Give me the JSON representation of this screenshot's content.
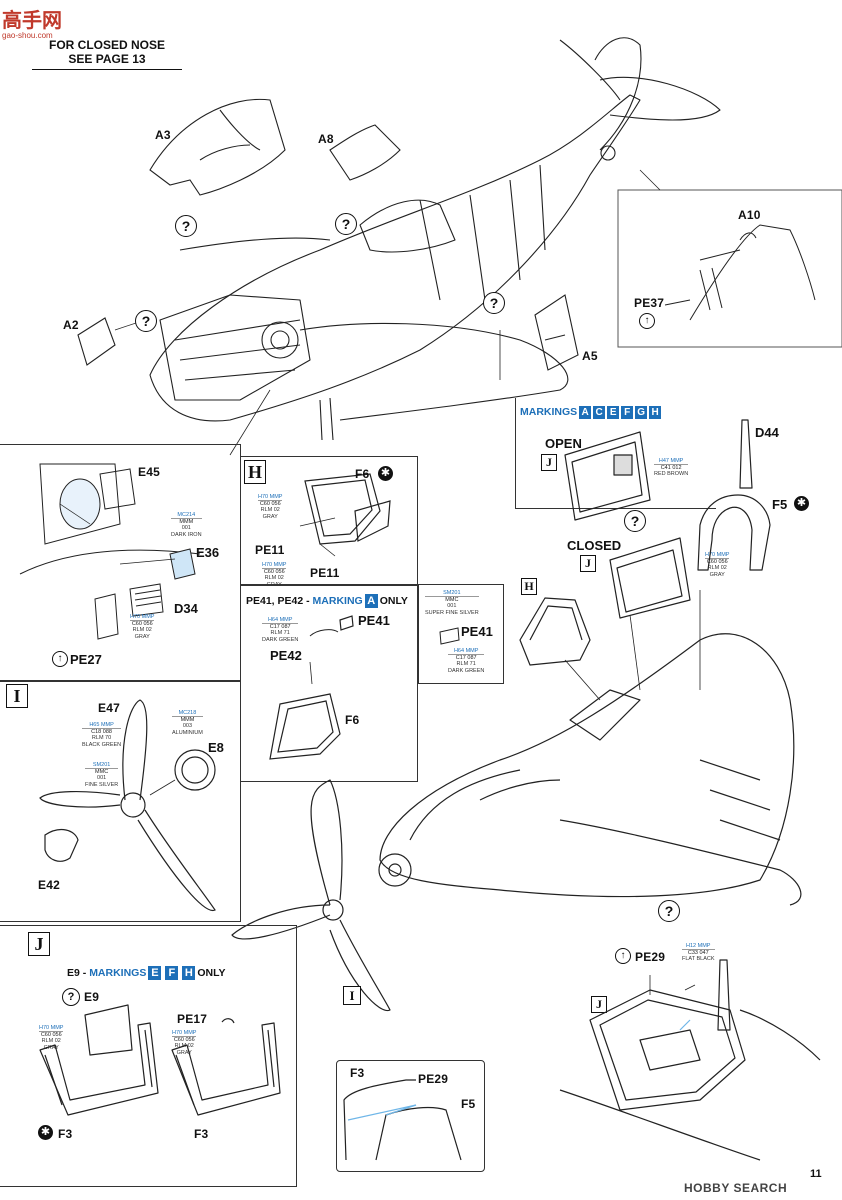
{
  "watermark_top": {
    "logo_text": "高手网",
    "url_text": "gao-shou.com"
  },
  "notice": {
    "line1": "FOR CLOSED NOSE",
    "line2": "SEE PAGE 13"
  },
  "labels": {
    "a3": "A3",
    "a8": "A8",
    "a2": "A2",
    "a5": "A5",
    "a10": "A10",
    "pe37": "PE37",
    "e45": "E45",
    "e36": "E36",
    "d34": "D34",
    "pe27": "PE27",
    "f6_top": "F6",
    "pe11_a": "PE11",
    "pe11_b": "PE11",
    "f6_bottom": "F6",
    "pe41_a": "PE41",
    "pe42": "PE42",
    "pe41_b": "PE41",
    "d44": "D44",
    "f5_right": "F5",
    "open": "OPEN",
    "closed": "CLOSED",
    "e47": "E47",
    "e8": "E8",
    "e42": "E42",
    "e9": "E9",
    "pe17": "PE17",
    "f3_left": "F3",
    "f3_right": "F3",
    "f3_detail": "F3",
    "pe29_detail": "PE29",
    "f5_detail": "F5",
    "pe29_right": "PE29"
  },
  "question_mark": "?",
  "star_glyph": "✱",
  "flip_glyph": "↑",
  "box_letters": {
    "h_panel": "H",
    "i_panel": "I",
    "j_panel": "J",
    "j_open": "J",
    "j_closed": "J",
    "h_center": "H",
    "i_center": "I",
    "j_bottom": "J"
  },
  "markings": {
    "top_right": {
      "prefix": "MARKINGS",
      "chips": [
        "A",
        "C",
        "E",
        "F",
        "G",
        "H"
      ]
    },
    "pe41_bar": {
      "prefix": "PE41, PE42 - ",
      "word": "MARKING",
      "chip": "A",
      "suffix": "ONLY"
    },
    "e9_bar": {
      "prefix": "E9 - ",
      "word": "MARKINGS",
      "chips": [
        "E",
        "F",
        "H"
      ],
      "suffix": "ONLY"
    }
  },
  "paints": {
    "mc214": [
      "MC214",
      "MMM",
      "001",
      "DARK IRON"
    ],
    "h70_e45": [
      "H70",
      "MMP",
      "C60",
      "056",
      "RLM 02",
      "GRAY"
    ],
    "h70_h_top": [
      "H70",
      "MMP",
      "C60",
      "056",
      "RLM 02",
      "GRAY"
    ],
    "h70_h_bot": [
      "H70",
      "MMP",
      "C60",
      "056",
      "RLM 02",
      "GRAY"
    ],
    "h64_pe41": [
      "H64",
      "MMP",
      "C17",
      "087",
      "RLM 71",
      "DARK GREEN"
    ],
    "sm201_pe41": [
      "SM201",
      "MMC",
      "001",
      "SUPER FINE SILVER"
    ],
    "h64_pe41b": [
      "H64",
      "MMP",
      "C17",
      "087",
      "RLM 71",
      "DARK GREEN"
    ],
    "h47": [
      "H47",
      "MMP",
      "C41",
      "012",
      "RED BROWN"
    ],
    "h70_f5": [
      "H70",
      "MMP",
      "C60",
      "056",
      "RLM 02",
      "GRAY"
    ],
    "h65": [
      "H65",
      "MMP",
      "C18",
      "088",
      "RLM 70",
      "BLACK GREEN"
    ],
    "mc218": [
      "MC218",
      "MMM",
      "003",
      "ALUMINIUM"
    ],
    "sm201_prop": [
      "SM201",
      "MMC",
      "001",
      "FINE SILVER"
    ],
    "h70_e9": [
      "H70",
      "MMP",
      "C60",
      "056",
      "RLM 02",
      "GRAY"
    ],
    "h70_pe17": [
      "H70",
      "MMP",
      "C60",
      "056",
      "RLM 02",
      "GRAY"
    ],
    "h12": [
      "H12",
      "MMP",
      "C33",
      "047",
      "FLAT BLACK"
    ]
  },
  "footer": {
    "page_number": "11",
    "brand": "HOBBY SEARCH"
  }
}
